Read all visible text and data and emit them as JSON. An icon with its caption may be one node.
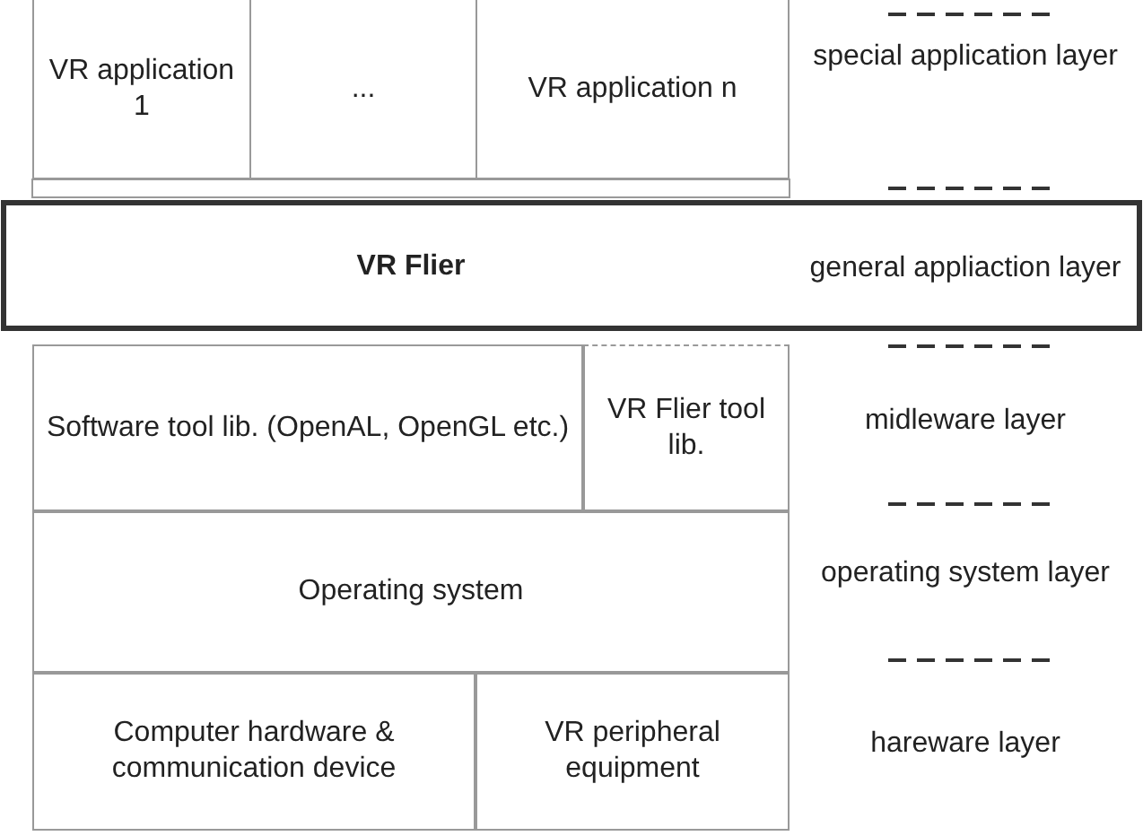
{
  "diagram": {
    "nodes": [
      {
        "text": [
          "VR application 1"
        ]
      },
      {
        "text": [
          "..."
        ]
      },
      {
        "text": [
          "VR application n"
        ]
      },
      {
        "text": [
          "VR Flier"
        ]
      },
      {
        "text": [
          "Software tool lib. (OpenAL, OpenGL etc.)"
        ]
      },
      {
        "text": [
          "VR Flier tool lib."
        ]
      },
      {
        "text": [
          "Operating system"
        ]
      },
      {
        "text": [
          "Computer hardware & communication device"
        ]
      },
      {
        "text": [
          "VR peripheral equipment"
        ]
      }
    ],
    "edges": [],
    "labels": [
      "special application layer",
      "general appliaction layer",
      "midleware layer",
      "operating system layer",
      "hareware layer"
    ]
  }
}
